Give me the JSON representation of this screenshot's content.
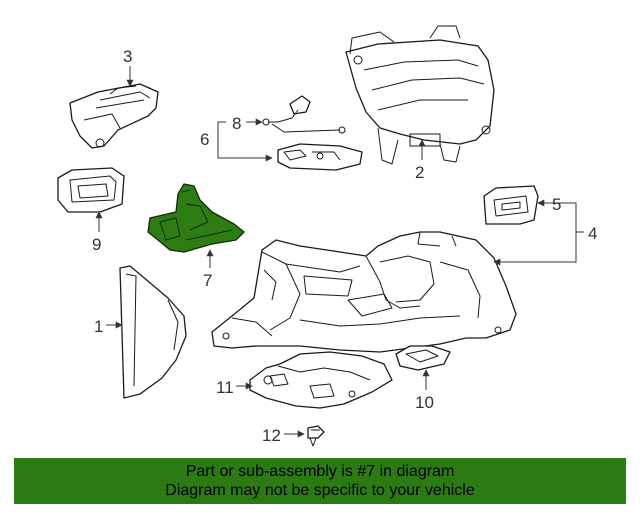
{
  "callouts": {
    "c1": "1",
    "c2": "2",
    "c3": "3",
    "c4": "4",
    "c5": "5",
    "c6": "6",
    "c7": "7",
    "c8": "8",
    "c9": "9",
    "c10": "10",
    "c11": "11",
    "c12": "12"
  },
  "highlighted_part": "7",
  "highlight_color": "#2b7a12",
  "banner": {
    "line1": "Part or sub-assembly is #7 in diagram",
    "line2": "Diagram may not be specific to your vehicle"
  }
}
